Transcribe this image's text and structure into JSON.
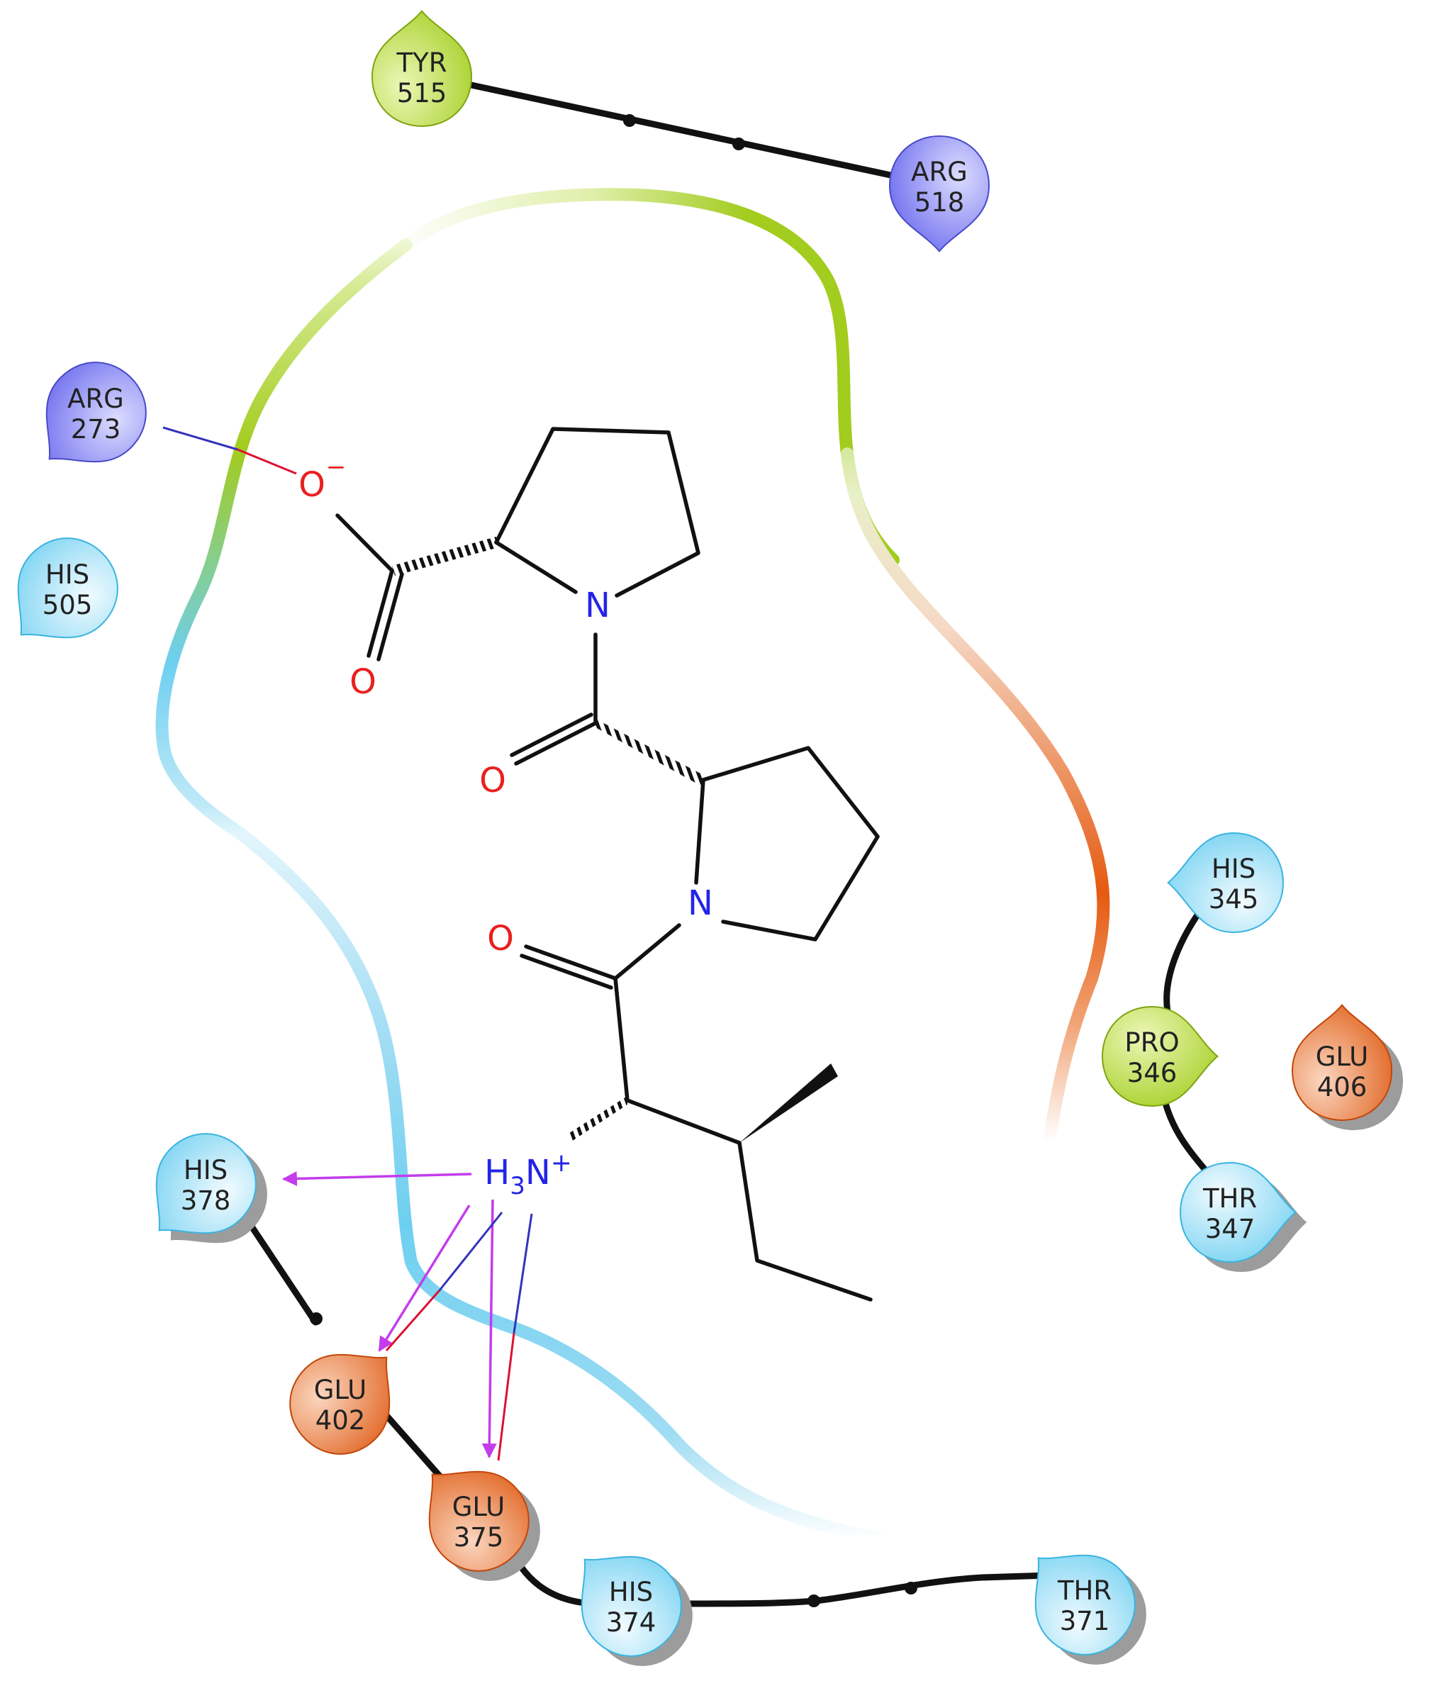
{
  "colors": {
    "hydrophobic": "#a2cc1e",
    "polar": "#6dcff0",
    "positive": "#6666ee",
    "negative": "#e55a10",
    "hbond": "#c43cec",
    "salt_bridge_red": "#dd1133",
    "salt_bridge_blue": "#3333bb",
    "oxygen": "#e8201f",
    "nitrogen": "#2424e6"
  },
  "residues": [
    {
      "id": "tyr515",
      "name": "TYR",
      "number": "515",
      "type": "hydrophobic",
      "icon": "green-drop-icon"
    },
    {
      "id": "arg518",
      "name": "ARG",
      "number": "518",
      "type": "positive",
      "icon": "blue-drop-icon"
    },
    {
      "id": "arg273",
      "name": "ARG",
      "number": "273",
      "type": "positive",
      "icon": "blue-drop-icon"
    },
    {
      "id": "his505",
      "name": "HIS",
      "number": "505",
      "type": "polar",
      "icon": "cyan-drop-icon"
    },
    {
      "id": "his345",
      "name": "HIS",
      "number": "345",
      "type": "polar",
      "icon": "cyan-drop-icon"
    },
    {
      "id": "pro346",
      "name": "PRO",
      "number": "346",
      "type": "hydrophobic",
      "icon": "green-drop-icon"
    },
    {
      "id": "glu406",
      "name": "GLU",
      "number": "406",
      "type": "negative",
      "icon": "orange-drop-icon"
    },
    {
      "id": "thr347",
      "name": "THR",
      "number": "347",
      "type": "polar",
      "icon": "cyan-drop-icon"
    },
    {
      "id": "his378",
      "name": "HIS",
      "number": "378",
      "type": "polar",
      "icon": "cyan-drop-icon"
    },
    {
      "id": "glu402",
      "name": "GLU",
      "number": "402",
      "type": "negative",
      "icon": "orange-drop-icon"
    },
    {
      "id": "glu375",
      "name": "GLU",
      "number": "375",
      "type": "negative",
      "icon": "orange-drop-icon"
    },
    {
      "id": "his374",
      "name": "HIS",
      "number": "374",
      "type": "polar",
      "icon": "cyan-drop-icon"
    },
    {
      "id": "thr371",
      "name": "THR",
      "number": "371",
      "type": "polar",
      "icon": "cyan-drop-icon"
    }
  ],
  "ligand": {
    "atoms": {
      "o_minus": "O",
      "o_minus_charge": "−",
      "o_carboxyl": "O",
      "n_ring1": "N",
      "o_amide1": "O",
      "n_ring2": "N",
      "o_amide2": "O",
      "nh3_h": "H",
      "nh3_sub": "3",
      "nh3_n": "N",
      "nh3_charge": "+"
    }
  },
  "interactions": [
    {
      "from": "nh3",
      "to": "his378",
      "kind": "hydrogen-bond"
    },
    {
      "from": "nh3",
      "to": "glu402",
      "kind": "hydrogen-bond"
    },
    {
      "from": "nh3",
      "to": "glu375",
      "kind": "hydrogen-bond"
    },
    {
      "from": "nh3",
      "to": "glu402",
      "kind": "salt-bridge"
    },
    {
      "from": "nh3",
      "to": "glu375",
      "kind": "salt-bridge"
    },
    {
      "from": "o_minus",
      "to": "arg273",
      "kind": "salt-bridge"
    }
  ]
}
